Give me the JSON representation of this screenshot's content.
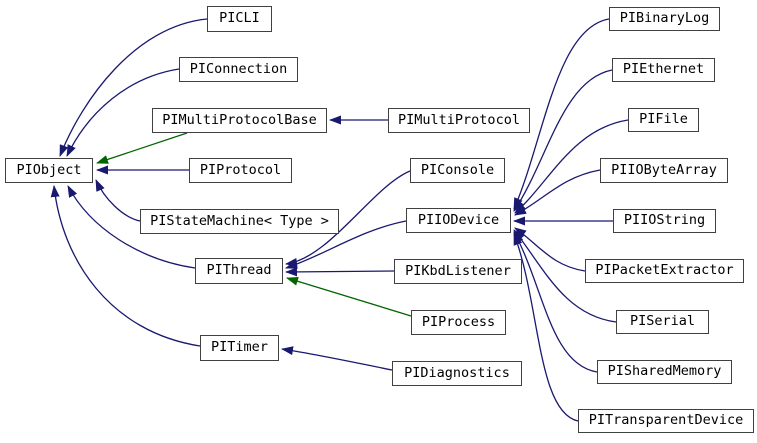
{
  "diagram": {
    "type": "class-inheritance-graph",
    "background_color": "#ffffff",
    "node_style": {
      "fill": "#ffffff",
      "border_color": "#404040",
      "text_color": "#000000"
    },
    "edge_colors": {
      "public": "#191970",
      "protected": "#006400"
    },
    "nodes": [
      {
        "id": "PIObject",
        "label": "PIObject"
      },
      {
        "id": "PICLI",
        "label": "PICLI"
      },
      {
        "id": "PIConnection",
        "label": "PIConnection"
      },
      {
        "id": "PIMultiProtocolBase",
        "label": "PIMultiProtocolBase"
      },
      {
        "id": "PIProtocol",
        "label": "PIProtocol"
      },
      {
        "id": "PIStateMachine",
        "label": "PIStateMachine< Type >"
      },
      {
        "id": "PIThread",
        "label": "PIThread"
      },
      {
        "id": "PITimer",
        "label": "PITimer"
      },
      {
        "id": "PIMultiProtocol",
        "label": "PIMultiProtocol"
      },
      {
        "id": "PIConsole",
        "label": "PIConsole"
      },
      {
        "id": "PIIODevice",
        "label": "PIIODevice"
      },
      {
        "id": "PIKbdListener",
        "label": "PIKbdListener"
      },
      {
        "id": "PIProcess",
        "label": "PIProcess"
      },
      {
        "id": "PIDiagnostics",
        "label": "PIDiagnostics"
      },
      {
        "id": "PIBinaryLog",
        "label": "PIBinaryLog"
      },
      {
        "id": "PIEthernet",
        "label": "PIEthernet"
      },
      {
        "id": "PIFile",
        "label": "PIFile"
      },
      {
        "id": "PIIOByteArray",
        "label": "PIIOByteArray"
      },
      {
        "id": "PIIOString",
        "label": "PIIOString"
      },
      {
        "id": "PIPacketExtractor",
        "label": "PIPacketExtractor"
      },
      {
        "id": "PISerial",
        "label": "PISerial"
      },
      {
        "id": "PISharedMemory",
        "label": "PISharedMemory"
      },
      {
        "id": "PITransparentDevice",
        "label": "PITransparentDevice"
      }
    ],
    "edges": [
      {
        "from": "PICLI",
        "to": "PIObject",
        "relation": "public"
      },
      {
        "from": "PIConnection",
        "to": "PIObject",
        "relation": "public"
      },
      {
        "from": "PIMultiProtocolBase",
        "to": "PIObject",
        "relation": "protected"
      },
      {
        "from": "PIProtocol",
        "to": "PIObject",
        "relation": "public"
      },
      {
        "from": "PIStateMachine",
        "to": "PIObject",
        "relation": "public"
      },
      {
        "from": "PIThread",
        "to": "PIObject",
        "relation": "public"
      },
      {
        "from": "PITimer",
        "to": "PIObject",
        "relation": "public"
      },
      {
        "from": "PIMultiProtocol",
        "to": "PIMultiProtocolBase",
        "relation": "public"
      },
      {
        "from": "PIConsole",
        "to": "PIThread",
        "relation": "public"
      },
      {
        "from": "PIIODevice",
        "to": "PIThread",
        "relation": "public"
      },
      {
        "from": "PIKbdListener",
        "to": "PIThread",
        "relation": "public"
      },
      {
        "from": "PIProcess",
        "to": "PIThread",
        "relation": "protected"
      },
      {
        "from": "PIDiagnostics",
        "to": "PITimer",
        "relation": "public"
      },
      {
        "from": "PIBinaryLog",
        "to": "PIIODevice",
        "relation": "public"
      },
      {
        "from": "PIEthernet",
        "to": "PIIODevice",
        "relation": "public"
      },
      {
        "from": "PIFile",
        "to": "PIIODevice",
        "relation": "public"
      },
      {
        "from": "PIIOByteArray",
        "to": "PIIODevice",
        "relation": "public"
      },
      {
        "from": "PIIOString",
        "to": "PIIODevice",
        "relation": "public"
      },
      {
        "from": "PIPacketExtractor",
        "to": "PIIODevice",
        "relation": "public"
      },
      {
        "from": "PISerial",
        "to": "PIIODevice",
        "relation": "public"
      },
      {
        "from": "PISharedMemory",
        "to": "PIIODevice",
        "relation": "public"
      },
      {
        "from": "PITransparentDevice",
        "to": "PIIODevice",
        "relation": "public"
      }
    ]
  }
}
